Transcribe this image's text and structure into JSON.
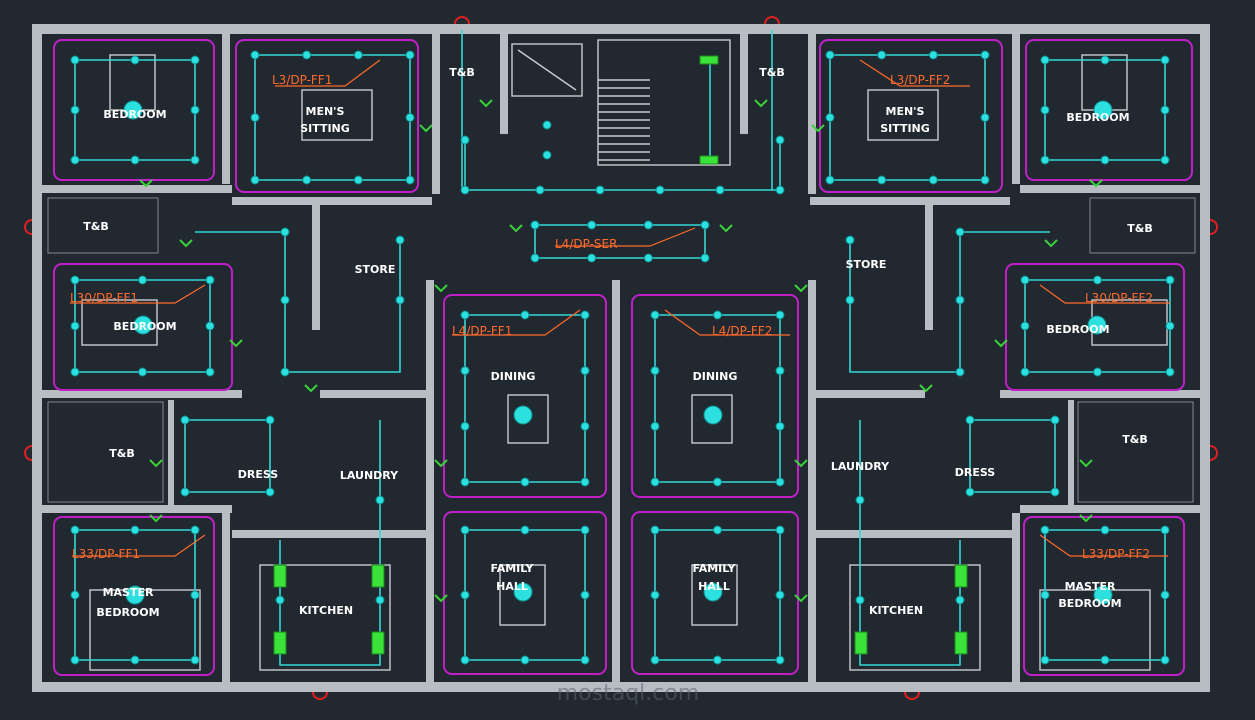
{
  "drawing": {
    "colors": {
      "background": "#212830",
      "walls": "#b8bdc3",
      "wiring": "#34d8d8",
      "zone_outline": "#c020c8",
      "circuit_labels": "#ff6a2a",
      "switches": "#39d23a",
      "red_markers": "#e02020"
    },
    "rooms": {
      "bedroom_left": "BEDROOM",
      "men_sitting_left_1": "MEN'S",
      "men_sitting_left_2": "SITTING",
      "men_sitting_right_1": "MEN'S",
      "men_sitting_right_2": "SITTING",
      "bedroom_right": "BEDROOM",
      "store_left": "STORE",
      "store_right": "STORE",
      "bedroom_left_2": "BEDROOM",
      "bedroom_right_2": "BEDROOM",
      "dining_left": "DINING",
      "dining_right": "DINING",
      "dress_left": "DRESS",
      "dress_right": "DRESS",
      "laundry_left": "LAUNDRY",
      "laundry_right": "LAUNDRY",
      "tbs_1": "T&B",
      "tbs_2": "T&B",
      "tbs_3": "T&B",
      "tbs_4": "T&B",
      "tbs_5": "T&B",
      "tbs_6": "T&B",
      "family_hall_left_1": "FAMILY",
      "family_hall_left_2": "HALL",
      "family_hall_right_1": "FAMILY",
      "family_hall_right_2": "HALL",
      "kitchen_left": "KITCHEN",
      "kitchen_right": "KITCHEN",
      "master_left_1": "MASTER",
      "master_left_2": "BEDROOM",
      "master_right_1": "MASTER",
      "master_right_2": "BEDROOM"
    },
    "circuits": {
      "l3_ff1": "L3/DP-FF1",
      "l3_ff2": "L3/DP-FF2",
      "l4_ser": "L4/DP-SER",
      "l30_ff1": "L30/DP-FF1",
      "l30_ff2": "L30/DP-FF2",
      "l4_ff1": "L4/DP-FF1",
      "l4_ff2": "L4/DP-FF2",
      "l33_ff1": "L33/DP-FF1",
      "l33_ff2": "L33/DP-FF2"
    },
    "watermark": "mostaql.com",
    "icons": [
      "light-fixture-icon",
      "ceiling-fan-icon",
      "switch-icon",
      "distribution-panel-icon",
      "red-marker-icon"
    ]
  }
}
